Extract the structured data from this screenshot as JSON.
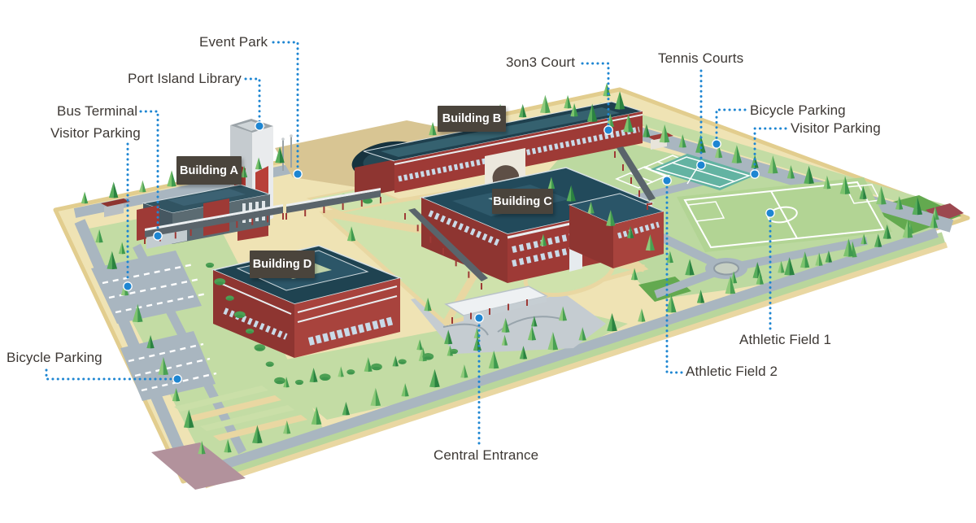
{
  "labels": {
    "event_park": "Event Park",
    "port_island_library": "Port Island Library",
    "bus_terminal": "Bus Terminal",
    "visitor_parking_left": "Visitor Parking",
    "bicycle_parking_left": "Bicycle Parking",
    "central_entrance": "Central Entrance",
    "court_3on3": "3on3 Court",
    "tennis_courts": "Tennis Courts",
    "bicycle_parking_right": "Bicycle Parking",
    "visitor_parking_right": "Visitor Parking",
    "athletic_field_1": "Athletic Field 1",
    "athletic_field_2": "Athletic Field 2"
  },
  "buildings": {
    "a": "Building A",
    "b": "Building B",
    "c": "Building C",
    "d": "Building D"
  },
  "colors": {
    "leader": "#1e86d2",
    "labelText": "#3d3834",
    "badgeBg": "#4a443c",
    "badgeText": "#ffffff",
    "land": "#efe3b4",
    "landEdge": "#e2cd8e",
    "grass": "#c3dca4",
    "grass2": "#bcd9a0",
    "lawn": "#cfe2ac",
    "path": "#e9d7a2",
    "sand": "#d8c593",
    "road": "#a9b6c0",
    "field": "#b2d494",
    "tennis": "#63b3a2",
    "brick": "#9e3a36",
    "brickDark": "#8e3531",
    "brickLight": "#a8433d",
    "roof": "#224a5b",
    "roofDark": "#1f404e",
    "trim": "#e9eef0",
    "window": "#c9dae8",
    "beam": "#5a646b"
  }
}
